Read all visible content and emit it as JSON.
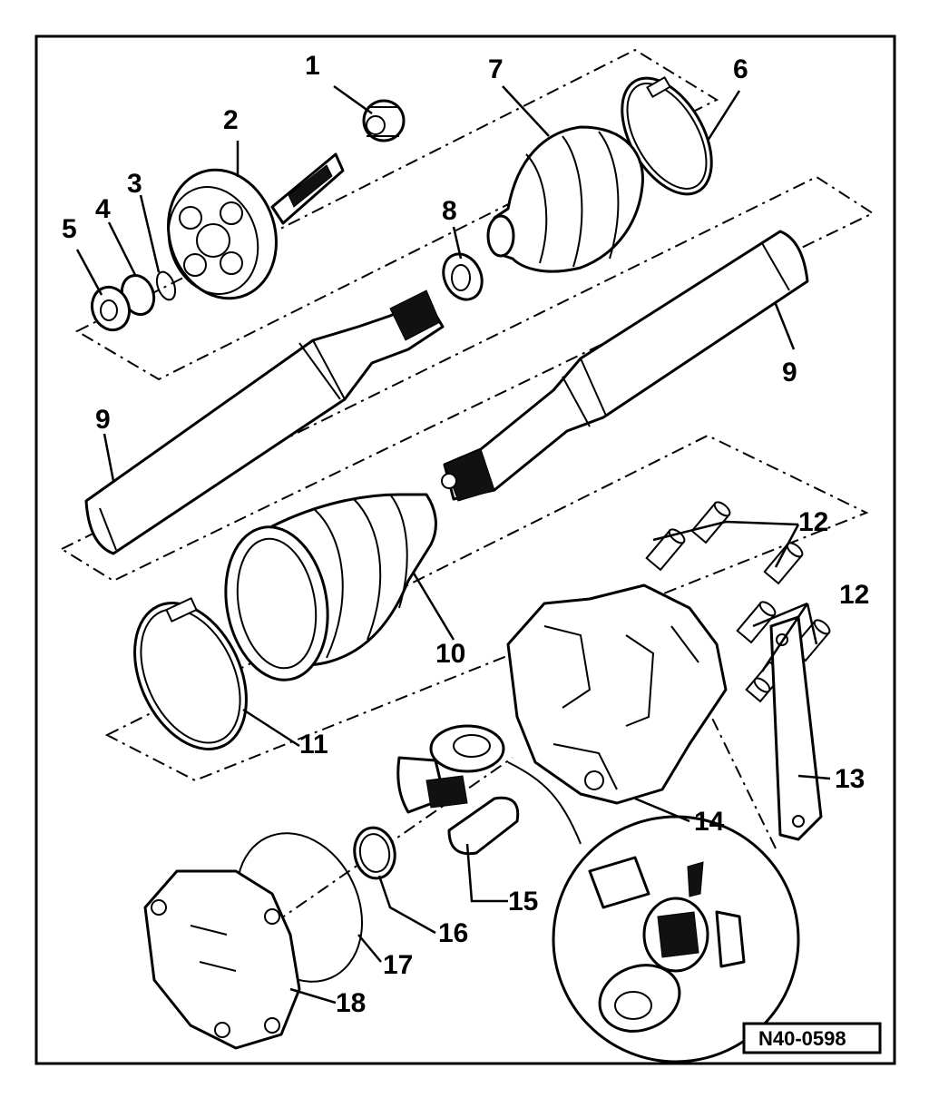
{
  "diagram": {
    "reference_code": "N40-0598",
    "callouts": [
      {
        "id": "c1",
        "label": "1"
      },
      {
        "id": "c2",
        "label": "2"
      },
      {
        "id": "c3",
        "label": "3"
      },
      {
        "id": "c4",
        "label": "4"
      },
      {
        "id": "c5",
        "label": "5"
      },
      {
        "id": "c6",
        "label": "6"
      },
      {
        "id": "c7",
        "label": "7"
      },
      {
        "id": "c8",
        "label": "8"
      },
      {
        "id": "c9a",
        "label": "9"
      },
      {
        "id": "c9b",
        "label": "9"
      },
      {
        "id": "c10",
        "label": "10"
      },
      {
        "id": "c11",
        "label": "11"
      },
      {
        "id": "c12a",
        "label": "12"
      },
      {
        "id": "c12b",
        "label": "12"
      },
      {
        "id": "c13",
        "label": "13"
      },
      {
        "id": "c14",
        "label": "14"
      },
      {
        "id": "c15",
        "label": "15"
      },
      {
        "id": "c16",
        "label": "16"
      },
      {
        "id": "c17",
        "label": "17"
      },
      {
        "id": "c18",
        "label": "18"
      }
    ]
  }
}
